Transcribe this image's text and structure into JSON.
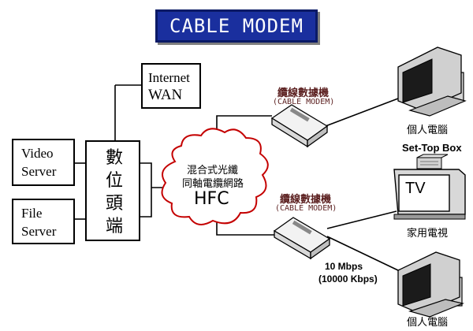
{
  "title": "CABLE MODEM",
  "internet_wan": [
    "Internet",
    "WAN"
  ],
  "video_server": [
    "Video",
    "Server"
  ],
  "file_server": [
    "File",
    "Server"
  ],
  "headend": [
    "數",
    "位",
    "頭",
    "端"
  ],
  "hfc_cloud": {
    "line1": "混合式光纖",
    "line2": "同軸電纜網路",
    "abbr": "HFC"
  },
  "modem_top": {
    "label": "纜線數據機",
    "sublabel": "(CABLE MODEM)"
  },
  "modem_bottom": {
    "label": "纜線數據機",
    "sublabel": "(CABLE MODEM)"
  },
  "pc_top_label": "個人電腦",
  "settop_label": "Set-Top Box",
  "tv_screen_text": "TV",
  "tv_label": "家用電視",
  "speed": [
    "10 Mbps",
    "(10000 Kbps)"
  ],
  "pc_bottom_label": "個人電腦"
}
